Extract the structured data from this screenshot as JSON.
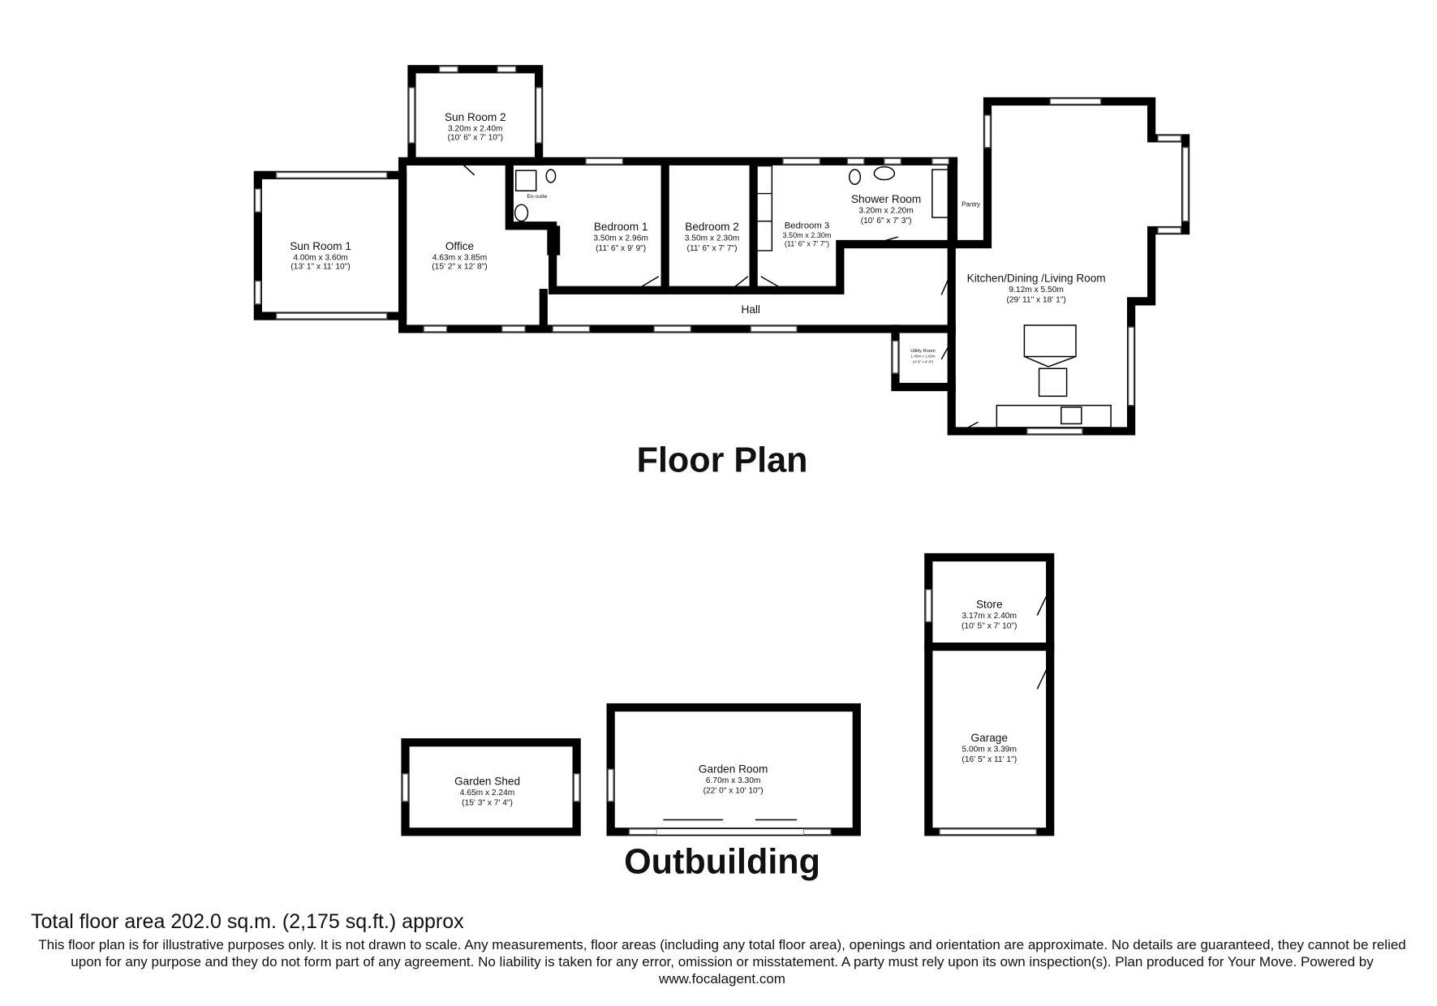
{
  "titles": {
    "floor_plan": "Floor Plan",
    "outbuilding": "Outbuilding"
  },
  "rooms": {
    "sun_room_2": {
      "name": "Sun Room 2",
      "metric": "3.20m x 2.40m",
      "imperial": "(10' 6\" x 7' 10\")"
    },
    "sun_room_1": {
      "name": "Sun Room 1",
      "metric": "4.00m x 3.60m",
      "imperial": "(13' 1\" x 11' 10\")"
    },
    "office": {
      "name": "Office",
      "metric": "4.63m x 3.85m",
      "imperial": "(15' 2\" x 12' 8\")"
    },
    "en_suite": {
      "name": "En-suite"
    },
    "bedroom_1": {
      "name": "Bedroom 1",
      "metric": "3.50m x 2.96m",
      "imperial": "(11' 6\" x 9' 9\")"
    },
    "bedroom_2": {
      "name": "Bedroom 2",
      "metric": "3.50m x 2.30m",
      "imperial": "(11' 6\" x 7' 7\")"
    },
    "bedroom_3": {
      "name": "Bedroom 3",
      "metric": "3.50m x 2.30m",
      "imperial": "(11' 6\" x 7' 7\")"
    },
    "shower_room": {
      "name": "Shower Room",
      "metric": "3.20m x 2.20m",
      "imperial": "(10' 6\" x 7' 3\")"
    },
    "pantry": {
      "name": "Pantry"
    },
    "hall": {
      "name": "Hall"
    },
    "kitchen": {
      "name": "Kitchen/Dining /Living Room",
      "metric": "9.12m x 5.50m",
      "imperial": "(29' 11\" x 18' 1\")"
    },
    "utility": {
      "name": "Utility Room",
      "metric": "1.45m x 1.42m",
      "imperial": "(4' 9\" x 4' 8\")"
    },
    "store": {
      "name": "Store",
      "metric": "3.17m x 2.40m",
      "imperial": "(10' 5\" x 7' 10\")"
    },
    "garage": {
      "name": "Garage",
      "metric": "5.00m x 3.39m",
      "imperial": "(16' 5\" x 11' 1\")"
    },
    "garden_room": {
      "name": "Garden Room",
      "metric": "6.70m x 3.30m",
      "imperial": "(22' 0\" x 10' 10\")"
    },
    "garden_shed": {
      "name": "Garden Shed",
      "metric": "4.65m x 2.24m",
      "imperial": "(15' 3\" x 7' 4\")"
    }
  },
  "footer": {
    "total_area": "Total floor area 202.0 sq.m. (2,175 sq.ft.) approx",
    "disclaimer": "This floor plan is for illustrative purposes only. It is not drawn to scale. Any measurements, floor areas (including any total floor area), openings and orientation are approximate. No details are guaranteed, they cannot be relied upon for any purpose and they do not form part of any agreement. No liability is taken for any error, omission or misstatement. A party must rely upon its own inspection(s).  Plan produced for Your Move. Powered by www.focalagent.com"
  }
}
